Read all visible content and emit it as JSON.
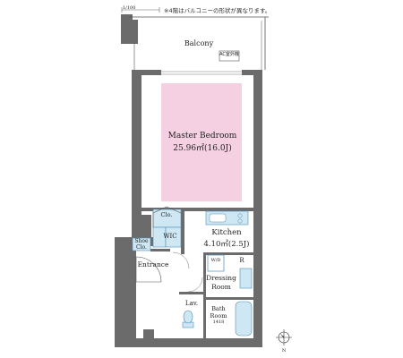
{
  "note": "※4階はバルコニーの形状が異なります。",
  "scale_label": "1/100",
  "rooms": {
    "balcony": "Balcony",
    "ac_unit": "AC室外機",
    "master_bedroom": "Master Bedroom",
    "master_bedroom_area": "25.96㎡(16.0J)",
    "closet": "Clo.",
    "wic": "WIC",
    "kitchen": "Kitchen",
    "kitchen_area": "4.10㎡(2.5J)",
    "shoe_closet_line1": "Shoe",
    "shoe_closet_line2": "Clo.",
    "entrance": "Entrance",
    "washer": "W/D",
    "refrigerator": "R",
    "dressing_line1": "Dressing",
    "dressing_line2": "Room",
    "lavatory": "Lav.",
    "bath_line1": "Bath",
    "bath_line2": "Room",
    "bath_size": "1418",
    "compass_n": "N"
  },
  "colors": {
    "bedroom_fill": "#f5d0e3",
    "wall": "#6b6b6b",
    "fixture_fill": "#cfe7f3",
    "fixture_stroke": "#4d8fb8"
  }
}
